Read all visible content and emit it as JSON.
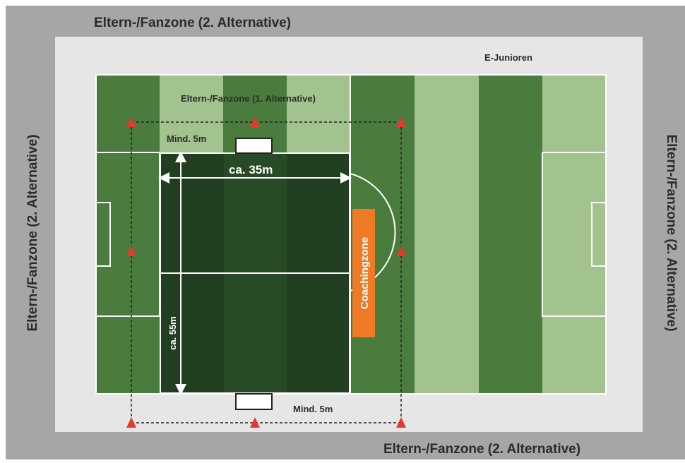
{
  "labels": {
    "top_zone": "Eltern-/Fanzone (2. Alternative)",
    "bottom_zone": "Eltern-/Fanzone (2. Alternative)",
    "left_zone": "Eltern-/Fanzone (2. Alternative)",
    "right_zone": "Eltern-/Fanzone (2. Alternative)",
    "inner_zone": "Eltern-/Fanzone (1. Alternative)",
    "age_group": "E-Junioren",
    "min_top": "Mind. 5m",
    "min_bottom": "Mind. 5m",
    "width_dim": "ca. 35m",
    "length_dim": "ca. 55m",
    "coaching": "Coachingzone"
  },
  "colors": {
    "outer_gray": "#a6a6a6",
    "field_border": "#e6e6e6",
    "stripe_dark": "#4a7c3e",
    "stripe_light": "#a2c38d",
    "small_field": "#213f20",
    "coaching_zone": "#ef7a25",
    "marker": "#e23a2e"
  }
}
